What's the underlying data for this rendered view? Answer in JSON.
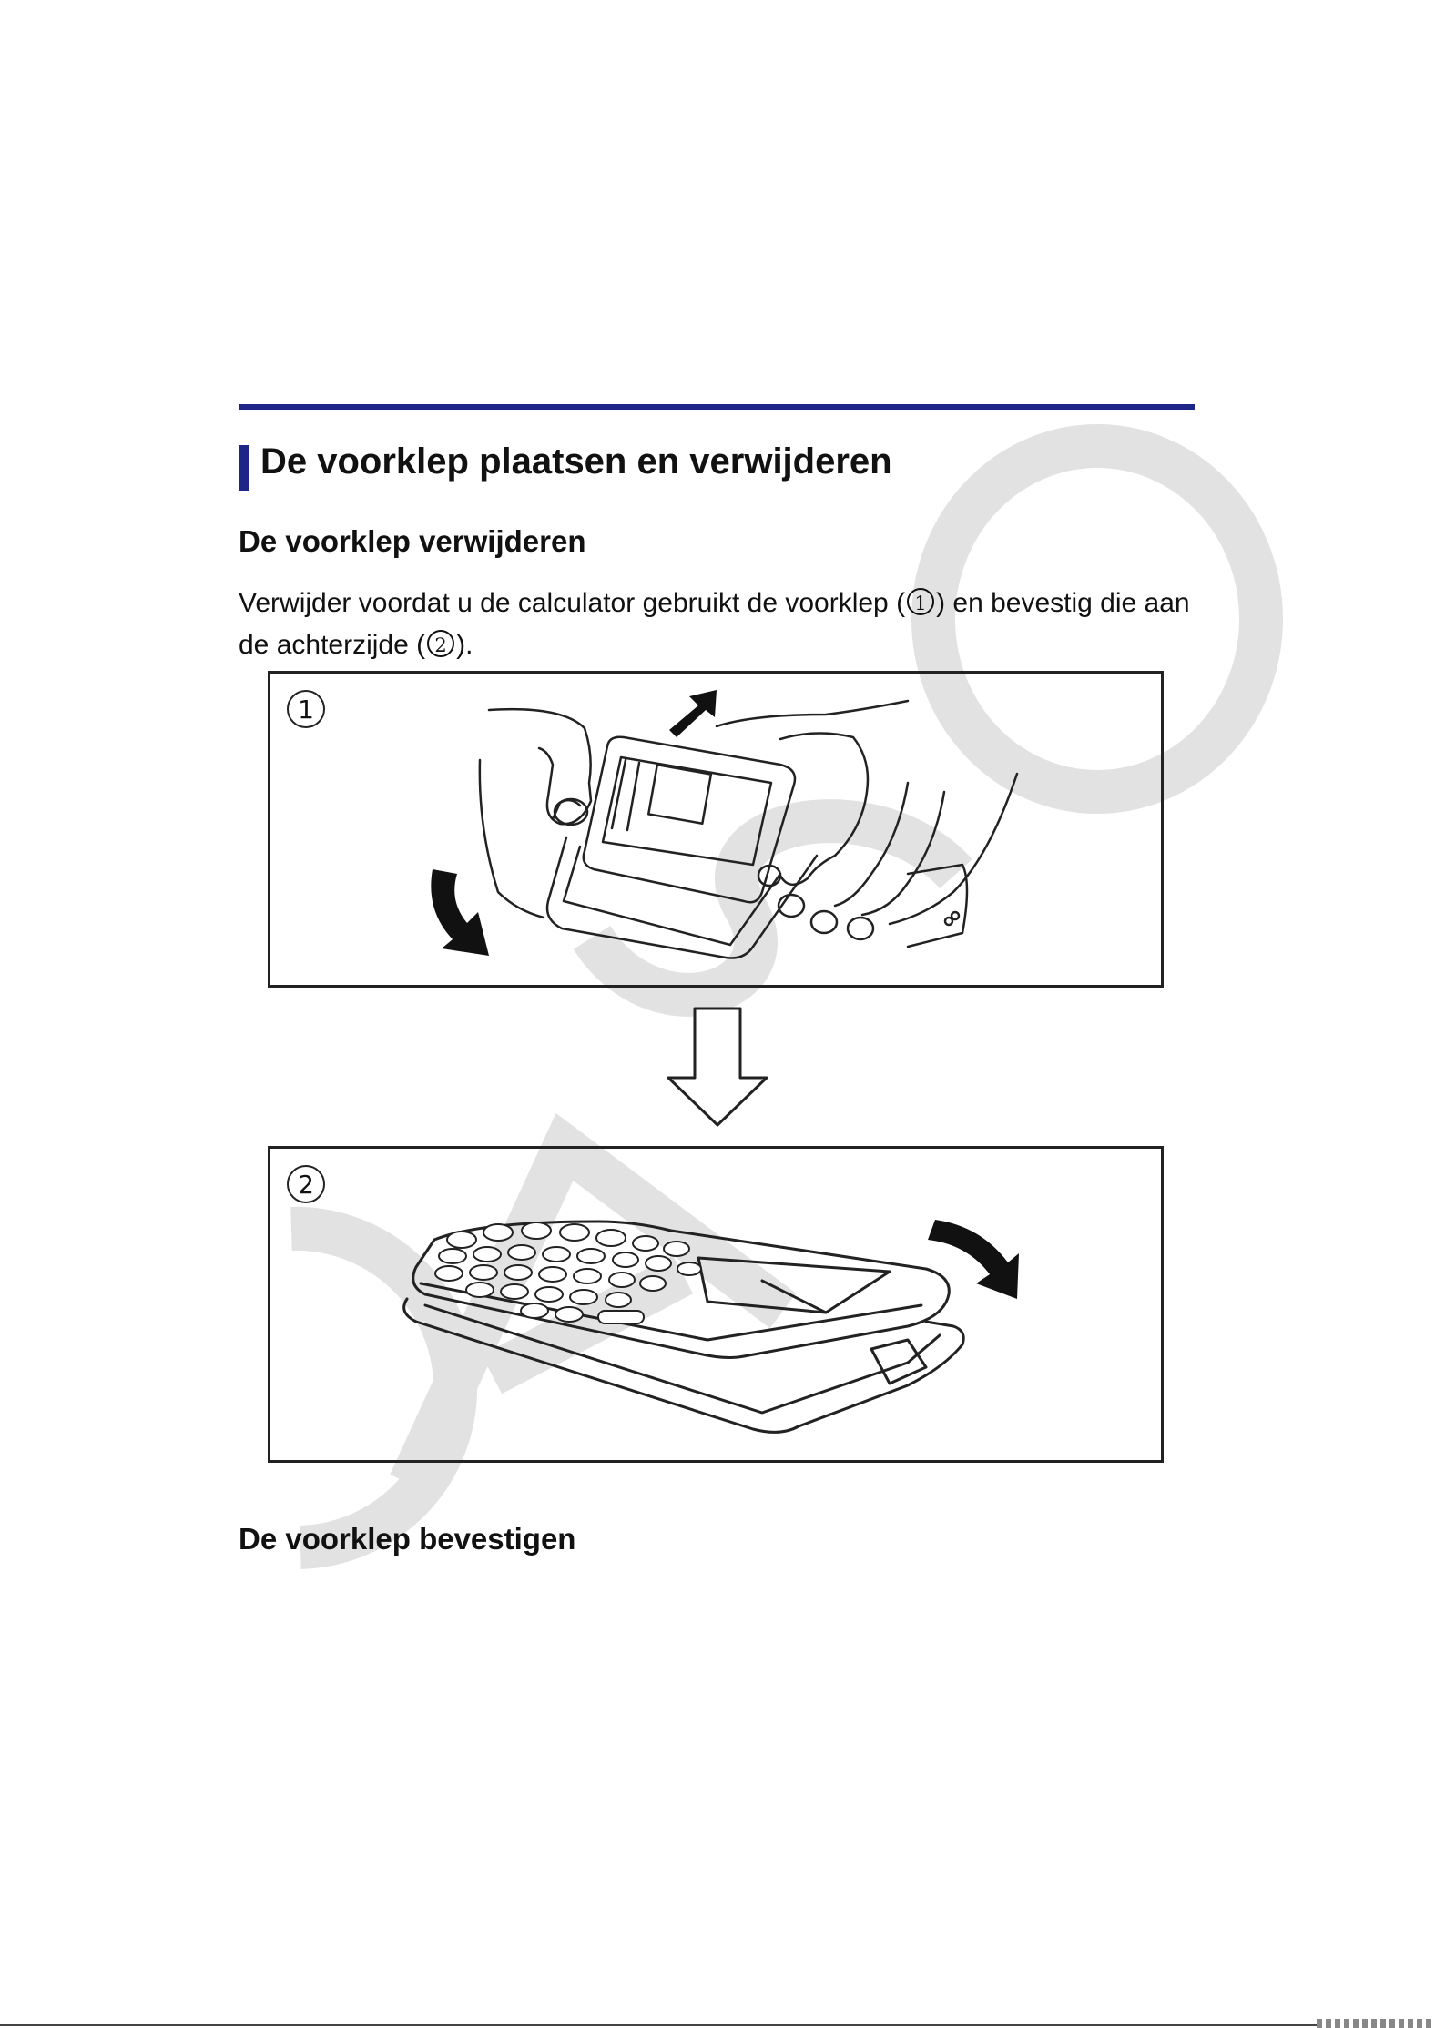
{
  "watermark": "CASIO",
  "section_title": "De voorklep plaatsen en verwijderen",
  "subsection_remove": "De voorklep verwijderen",
  "instruction": {
    "part1": "Verwijder voordat u de calculator gebruikt de voorklep (",
    "ref1": "1",
    "part2": ") en bevestig die aan de achterzijde (",
    "ref2": "2",
    "part3": ")."
  },
  "figure1_step": "1",
  "figure2_step": "2",
  "subsection_attach": "De voorklep bevestigen"
}
